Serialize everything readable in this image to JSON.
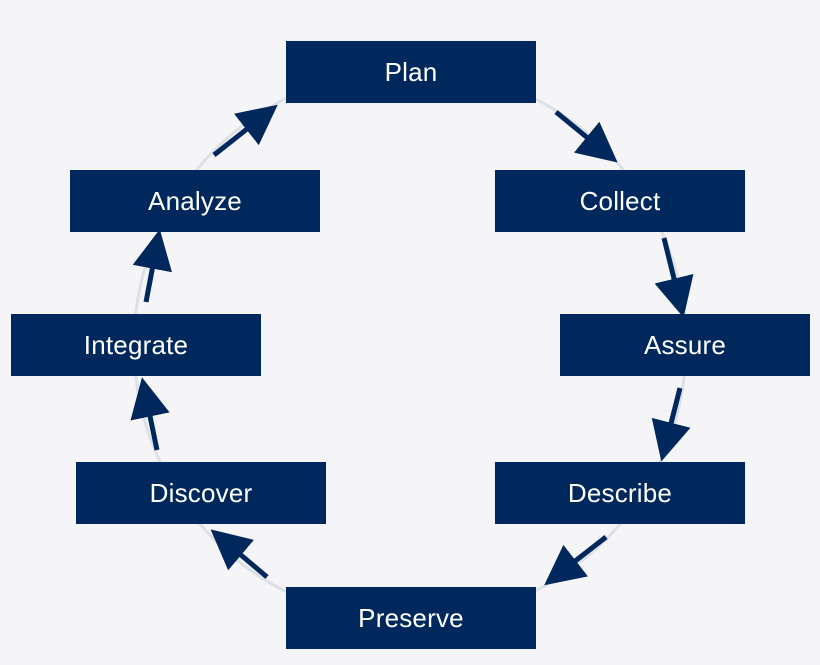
{
  "diagram": {
    "type": "cycle",
    "colors": {
      "background": "#f5f5f7",
      "box_fill": "#00285d",
      "box_text": "#ffffff",
      "arrow": "#00285d",
      "ring": "#dde0e6"
    },
    "stages": [
      {
        "id": "plan",
        "label": "Plan"
      },
      {
        "id": "collect",
        "label": "Collect"
      },
      {
        "id": "assure",
        "label": "Assure"
      },
      {
        "id": "describe",
        "label": "Describe"
      },
      {
        "id": "preserve",
        "label": "Preserve"
      },
      {
        "id": "discover",
        "label": "Discover"
      },
      {
        "id": "integrate",
        "label": "Integrate"
      },
      {
        "id": "analyze",
        "label": "Analyze"
      }
    ],
    "flow": [
      {
        "from": "plan",
        "to": "collect"
      },
      {
        "from": "collect",
        "to": "assure"
      },
      {
        "from": "assure",
        "to": "describe"
      },
      {
        "from": "describe",
        "to": "preserve"
      },
      {
        "from": "preserve",
        "to": "discover"
      },
      {
        "from": "discover",
        "to": "integrate"
      },
      {
        "from": "integrate",
        "to": "analyze"
      },
      {
        "from": "analyze",
        "to": "plan"
      }
    ]
  }
}
